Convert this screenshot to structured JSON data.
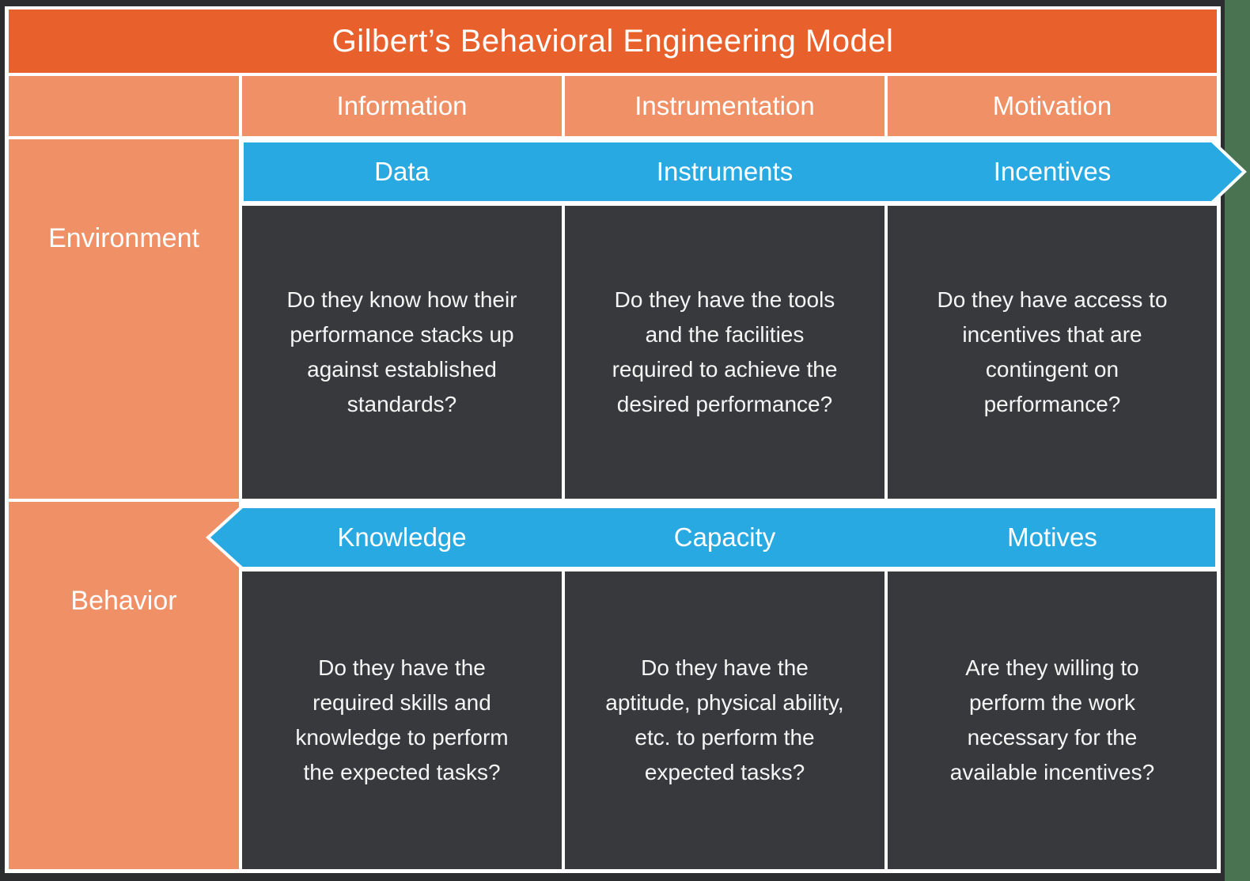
{
  "title": "Gilbert’s Behavioral Engineering Model",
  "header": {
    "columns": [
      "Information",
      "Instrumentation",
      "Motivation"
    ]
  },
  "sections": [
    {
      "label": "Environment",
      "arrow": {
        "direction": "right",
        "labels": [
          "Data",
          "Instruments",
          "Incentives"
        ]
      },
      "questions": [
        "Do they know how their\nperformance stacks up\nagainst established\nstandards?",
        "Do they have the tools\nand the facilities\nrequired to achieve the\ndesired performance?",
        "Do they have access to\nincentives that are\ncontingent on\nperformance?"
      ]
    },
    {
      "label": "Behavior",
      "arrow": {
        "direction": "left",
        "labels": [
          "Knowledge",
          "Capacity",
          "Motives"
        ]
      },
      "questions": [
        "Do they have the\nrequired skills and\nknowledge to perform\nthe expected tasks?",
        "Do they have the\naptitude, physical ability,\netc. to perform the\nexpected tasks?",
        "Are they willing to\nperform the work\nnecessary for the\navailable incentives?"
      ]
    }
  ],
  "colors": {
    "title_bar": "#E8612C",
    "header_cell": "#F09066",
    "arrow": "#29A9E1",
    "question_cell": "#37393C",
    "frame": "#2B2D2F",
    "green_strip": "#4A7351",
    "text": "#FFFFFF"
  }
}
